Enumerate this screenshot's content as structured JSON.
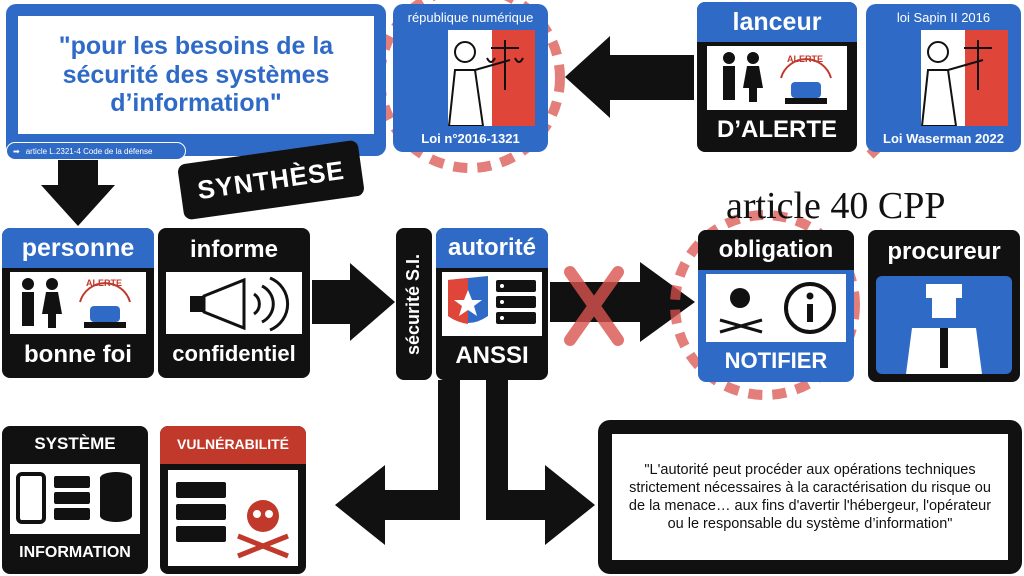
{
  "quote_box": {
    "quote": "\"pour les besoins de la sécurité des systèmes d’information\"",
    "reference": "article  L.2321-4 Code de la défense"
  },
  "synthese": "SYNTHÈSE",
  "rep_num": {
    "title": "république numérique",
    "law": "Loi n°2016-1321"
  },
  "lanceur": {
    "title": "lanceur",
    "alert_badge": "ALERTE",
    "label": "D’ALERTE"
  },
  "sapin": {
    "title": "loi Sapin II 2016",
    "law": "Loi Waserman 2022"
  },
  "article40": "article 40 CPP",
  "personne": {
    "title": "personne",
    "alert_badge": "ALERTE",
    "label": "bonne foi"
  },
  "informe": {
    "title": "informe",
    "label": "confidentiel"
  },
  "securite_si": "sécurité S.I.",
  "autorite": {
    "title": "autorité",
    "label": "ANSSI"
  },
  "obligation": {
    "title": "obligation",
    "label": "NOTIFIER"
  },
  "procureur": {
    "title": "procureur"
  },
  "systeme": {
    "title": "SYSTÈME",
    "label": "INFORMATION"
  },
  "vulnerabilite": {
    "title": "VULNÉRABILITÉ"
  },
  "citation": "\"L'autorité peut procéder aux opérations techniques strictement nécessaires à la caractérisation du risque ou de la menace… aux fins d'avertir l'hébergeur, l'opérateur ou le responsable du système d’information\"",
  "colors": {
    "blue": "#2f6bc6",
    "black": "#111111",
    "red": "#c0392b",
    "flag_red": "#e0453a",
    "accent_red": "#d9534f"
  }
}
